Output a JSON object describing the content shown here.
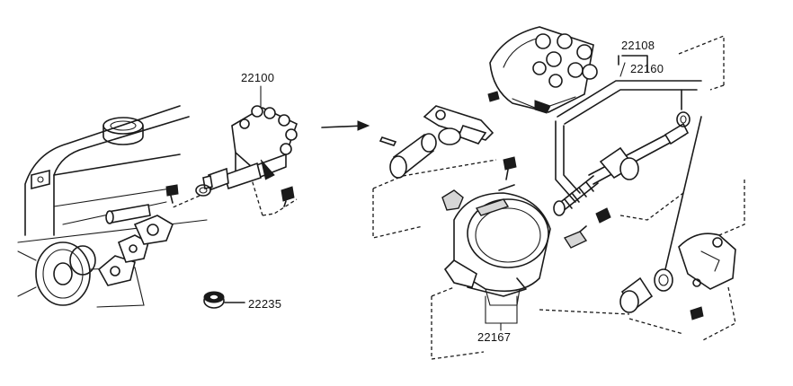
{
  "labels": {
    "distributor_assembly": "22100",
    "cap_set": "22108",
    "rotor_shaft": "22160",
    "housing": "22167",
    "seal": "22235"
  }
}
